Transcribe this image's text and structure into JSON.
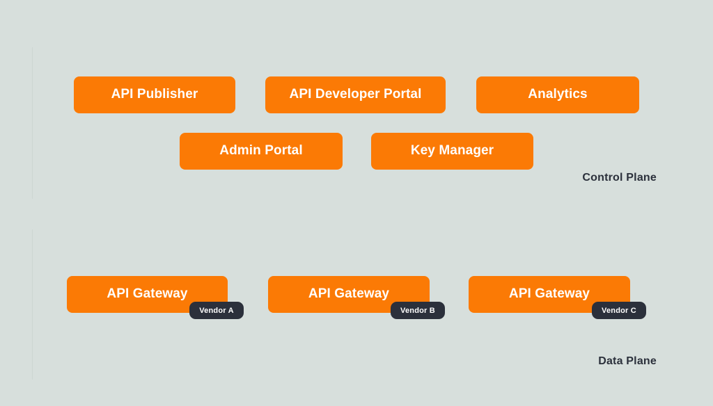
{
  "diagram": {
    "background_color": "#d7dfdc",
    "node_color": "#fb7a05",
    "node_text_color": "#ffffff",
    "badge_color": "#2b303b",
    "label_color": "#2b303b",
    "divider_color": "#cdd6d2"
  },
  "control_plane": {
    "label": "Control Plane",
    "row_one": [
      {
        "label": "API Publisher"
      },
      {
        "label": "API Developer Portal"
      },
      {
        "label": "Analytics"
      }
    ],
    "row_two": [
      {
        "label": "Admin Portal"
      },
      {
        "label": "Key Manager"
      }
    ]
  },
  "data_plane": {
    "label": "Data Plane",
    "gateways": [
      {
        "label": "API Gateway",
        "vendor": "Vendor A"
      },
      {
        "label": "API Gateway",
        "vendor": "Vendor B"
      },
      {
        "label": "API Gateway",
        "vendor": "Vendor C"
      }
    ]
  }
}
